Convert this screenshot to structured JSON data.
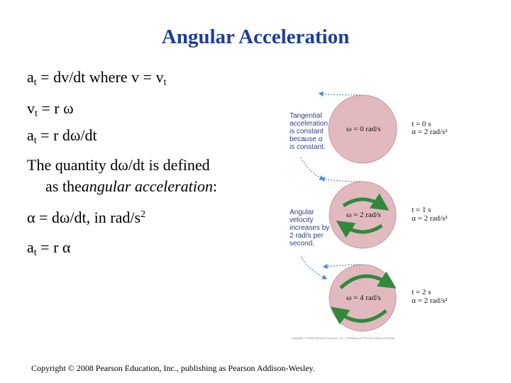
{
  "title": "Angular Acceleration",
  "lines": {
    "l1": {
      "a": "a",
      "t": "t",
      "mid": " = dv/dt where v = v",
      "t2": "t"
    },
    "l2": {
      "a": "v",
      "t": "t",
      "rest": " = r ω"
    },
    "l3": {
      "a": "a",
      "t": "t",
      "rest": " = r dω/dt"
    },
    "l4": {
      "text": "The quantity dω/dt is defined"
    },
    "l5": {
      "pre": "as the ",
      "em": "angular acceleration",
      "post": ":"
    },
    "l6": {
      "text": "α = dω/dt,  in rad/s",
      "sup": "2"
    },
    "l7": {
      "a": "a",
      "t": "t",
      "rest": " = r α"
    }
  },
  "figure": {
    "caption1": "Tangential\nacceleration\nis constant\nbecause α\nis constant.",
    "caption2": "Angular\nvelocity\nincreases by\n2 rad/s per\nsecond.",
    "wheels": [
      {
        "omega": "ω = 0 rad/s",
        "time": "t = 0 s",
        "alpha": "α = 2 rad/s²"
      },
      {
        "omega": "ω = 2 rad/s",
        "time": "t = 1 s",
        "alpha": "α = 2 rad/s²"
      },
      {
        "omega": "ω = 4 rad/s",
        "time": "t = 2 s",
        "alpha": "α = 2 rad/s²"
      }
    ],
    "credit": "Copyright © 2008 Pearson Education, Inc., publishing as Pearson Addison-Wesley.",
    "colors": {
      "disk": "#e2b9be",
      "arrow": "#2f8a3c",
      "caption": "#2b3e8c",
      "dotted": "#4a8fd0"
    }
  },
  "footer": "Copyright © 2008 Pearson Education, Inc., publishing as Pearson Addison-Wesley."
}
